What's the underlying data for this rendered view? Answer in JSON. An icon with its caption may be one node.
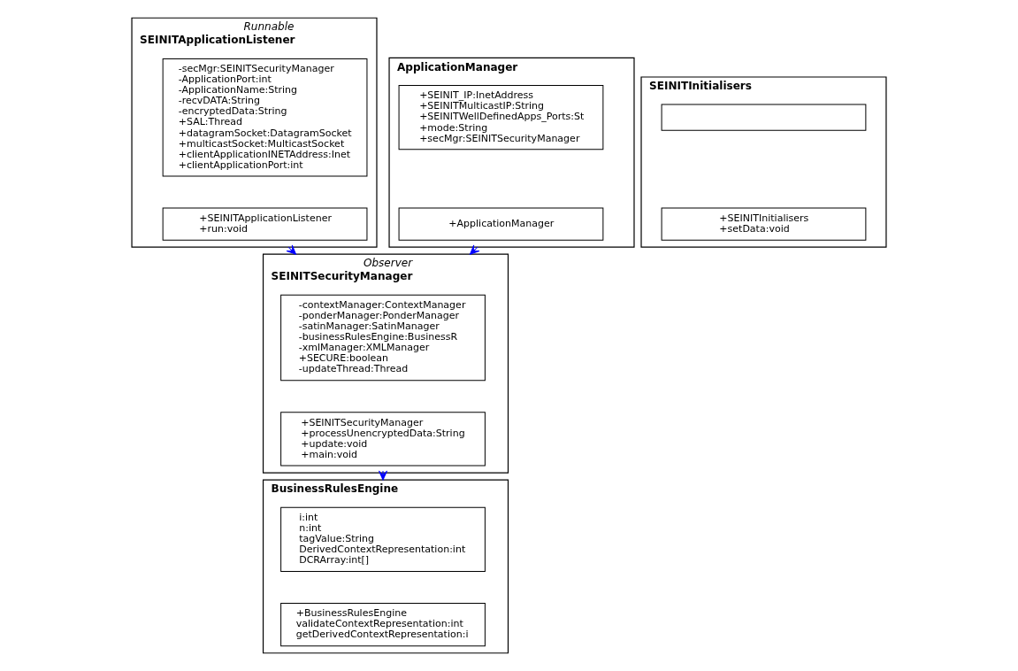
{
  "diagram": {
    "nodes": [
      {
        "text": [
          "Runnable",
          "SEINITApplicationListener"
        ]
      },
      {
        "text": [
          "-secMgr:SEINITSecurityManager",
          "-ApplicationPort:int",
          "-ApplicationName:String",
          "-recvDATA:String",
          "-encryptedData:String",
          "+SAL:Thread",
          "+datagramSocket:DatagramSocket",
          "+multicastSocket:MulticastSocket",
          "+clientApplicationINETAddress:Inet",
          "+clientApplicationPort:int"
        ],
        "in": 0
      },
      {
        "text": [
          "+SEINITApplicationListener",
          "+run:void"
        ],
        "in": 0
      },
      {
        "text": [
          "ApplicationManager"
        ]
      },
      {
        "text": [
          "+SEINIT_IP:InetAddress",
          "+SEINITMulticastIP:String",
          "+SEINITWellDefinedApps_Ports:St",
          "+mode:String",
          "+secMgr:SEINITSecurityManager"
        ],
        "in": 3
      },
      {
        "text": [
          "+ApplicationManager"
        ],
        "in": 3
      },
      {
        "text": [
          "SEINITInitialisers"
        ]
      },
      {
        "text": [],
        "shape": "box",
        "in": 6
      },
      {
        "text": [
          "+SEINITInitialisers",
          "+setData:void"
        ],
        "in": 6
      },
      {
        "text": [
          "Observer",
          "SEINITSecurityManager"
        ]
      },
      {
        "text": [
          "-contextManager:ContextManager",
          "-ponderManager:PonderManager",
          "-satinManager:SatinManager",
          "-businessRulesEngine:BusinessR",
          "-xmlManager:XMLManager",
          "+SECURE:boolean",
          "-updateThread:Thread"
        ],
        "in": 9
      },
      {
        "text": [
          "+SEINITSecurityManager",
          "+processUnencryptedData:String",
          "+update:void",
          "+main:void"
        ],
        "in": 9
      },
      {
        "text": [
          "BusinessRulesEngine"
        ]
      },
      {
        "text": [
          "i:int",
          "n:int",
          "tagValue:String",
          "DerivedContextRepresentation:int",
          "DCRArray:int[]"
        ],
        "in": 12
      },
      {
        "text": [
          "+BusinessRulesEngine",
          "validateContextRepresentation:int",
          "getDerivedContextRepresentation:i"
        ],
        "in": 12
      }
    ],
    "edges": [
      {
        "from": 0,
        "to": 9,
        "arrow": "to"
      },
      {
        "from": 3,
        "to": 9,
        "arrow": "to"
      },
      {
        "from": 9,
        "to": 12,
        "arrow": "to"
      }
    ]
  }
}
